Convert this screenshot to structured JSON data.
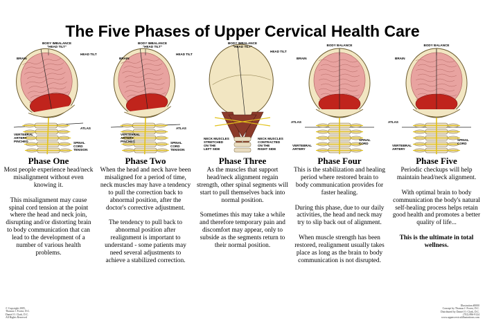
{
  "title": "The Five Phases of Upper Cervical Health Care",
  "colors": {
    "skull": "#f2e6c2",
    "skull_outline": "#6b5a2e",
    "brain": "#e8a3a0",
    "brain_dark": "#c0241c",
    "spine": "#e9dcc0",
    "muscle": "#8b3a2a",
    "nerve": "#e2c21a",
    "text": "#000000"
  },
  "phases": [
    {
      "title": "Phase One",
      "labels": {
        "top": "BODY IMBALANCE",
        "top_sub": "\"HEAD TILT\"",
        "left": "BRAIN",
        "right": "HEAD TILT",
        "atlas": "ATLAS",
        "low_left": "VERTEBRAL\nARTERY\nPINCHED",
        "low_right": "SPINAL\nCORD\nTENSION"
      },
      "paragraphs": [
        "Most people experience head/neck misalignment without even knowing it.",
        "This misalignment may cause spinal cord tension at the point where the head and neck join, disrupting and/or distorting brain to body communication that can lead to the development of a number of various health problems."
      ]
    },
    {
      "title": "Phase Two",
      "labels": {
        "top": "BODY IMBALANCE",
        "top_sub": "\"HEAD TILT\"",
        "left": "BRAIN",
        "right": "HEAD TILT",
        "atlas": "ATLAS",
        "low_left": "VERTEBRAL\nARTERY\nPINCHED",
        "low_right": "SPINAL\nCORD\nTENSION"
      },
      "paragraphs": [
        "When the head and neck have been misaligned for a period of time, neck muscles may have a tendency to pull the correction back to abnormal position, after the doctor's corrective adjustment.",
        "The tendency to pull back to abnormal  position after realignment is important to understand - some patients may need several adjustments to achieve a stabilized correction."
      ]
    },
    {
      "title": "Phase Three",
      "labels": {
        "top": "BODY IMBALANCE",
        "top_sub": "\"HEAD TILT\"",
        "right": "HEAD TILT",
        "low_left": "NECK MUSCLES\nSTRETCHED\nON THE\nLEFT SIDE",
        "low_right": "NECK MUSCLES\nCONTRACTED\nON THE\nRIGHT SIDE"
      },
      "paragraphs": [
        "As the muscles that support head/neck alignment regain strength, other spinal segments will start to pull themselves back into normal position.",
        "Sometimes this may take a while and therefore temporary pain and discomfort may appear, only to subside as the segments return to their normal position."
      ]
    },
    {
      "title": "Phase Four",
      "labels": {
        "top": "BODY BALANCE",
        "left": "BRAIN",
        "atlas": "ATLAS",
        "low_left": "VERTEBRAL\nARTERY",
        "low_right": "SPINAL\nCORD"
      },
      "paragraphs": [
        "This is the stabilization and healing period where restored brain to body communication provides for faster healing.",
        "During this phase, due to our daily activities, the head and neck may try to slip back out of alignment.",
        "When muscle strength has been restored, realignment usually takes place as long as the brain to body communication is not disrupted."
      ]
    },
    {
      "title": "Phase Five",
      "labels": {
        "top": "BODY BALANCE",
        "left": "BRAIN",
        "atlas": "ATLAS",
        "low_left": "VERTEBRAL\nARTERY",
        "low_right": "SPINAL\nCORD"
      },
      "paragraphs": [
        "Periodic checkups will help maintain head/neck alignment.",
        "With optimal brain to body communication the body's natural self-healing process helps retain good health and promotes a better quality of life...",
        "This is the ultimate in total wellness."
      ]
    }
  ],
  "footer_left": [
    "© Copyright 2005,",
    "Thomas J. Forest, D.C.",
    "Daniel O. Clark, D.C.",
    "All Rights Reserved"
  ],
  "footer_right": [
    "Illustration #0000",
    "Concept by Thomas J. Forest, D.C.",
    "Distributed by Daniel O. Clark, D.C.",
    "(702) 896-9124",
    "www.uppercervicalillustrations.com"
  ]
}
